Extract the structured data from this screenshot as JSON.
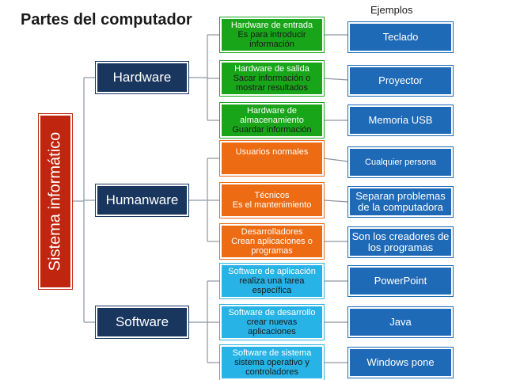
{
  "title": "Partes del computador",
  "examples_label": "Ejemplos",
  "root": "Sistema informático",
  "categories": [
    "Hardware",
    "Humanware",
    "Software"
  ],
  "subitems": [
    {
      "header": "Hardware de entrada",
      "detail": "Es para introducir información"
    },
    {
      "header": "Hardware de salida",
      "detail": "Sacar información o mostrar resultados"
    },
    {
      "header": "Hardware de almacenamiento",
      "detail": "Guardar información"
    },
    {
      "header": "Usuarios normales",
      "detail": ""
    },
    {
      "header": "Técnicos",
      "detail": "Es el mantenimiento"
    },
    {
      "header": "Desarrolladores",
      "detail": "Crean aplicaciones o programas"
    },
    {
      "header": "Software de aplicación",
      "detail": "realiza una tarea específica"
    },
    {
      "header": "Software de desarrollo",
      "detail": "crear nuevas aplicaciones"
    },
    {
      "header": "Software de sistema",
      "detail": "sistema operativo y controladores"
    }
  ],
  "examples": [
    "Teclado",
    "Proyector",
    "Memoria USB",
    "Cualquier persona",
    "Separan problemas de la computadora",
    "Son los creadores de los programas",
    "PowerPoint",
    "Java",
    "Windows pone"
  ],
  "colors": {
    "root": "#c0260f",
    "category": "#18365e",
    "hardware": "#19a51a",
    "humanware": "#ec6b13",
    "software": "#27b3e5",
    "example": "#1f6ab6",
    "connector": "#8a96a3"
  }
}
